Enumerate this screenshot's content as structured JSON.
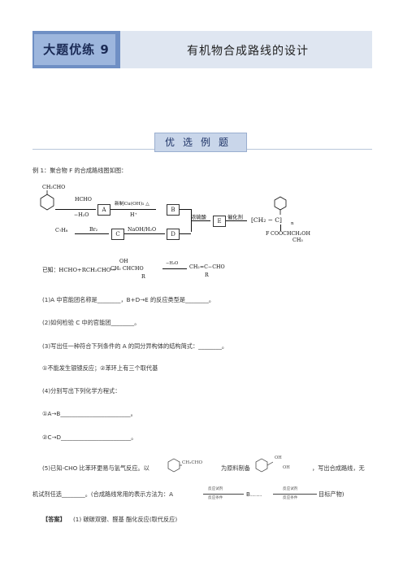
{
  "header": {
    "tag": "大题优练 9",
    "title": "有机物合成路线的设计"
  },
  "section": {
    "label": "优选例题"
  },
  "example": {
    "intro": "例 1：聚合物 F 的合成路线图如图：",
    "diagram": {
      "start": "CH₂CHO",
      "cond_a_top": "HCHO",
      "cond_a_bot": "−H₂O",
      "cond_ab_top": "新制Cu(OH)₂  △",
      "cond_ab_bot": "H⁺",
      "cond_c_top": "C₇H₈",
      "cond_br2": "Br₂",
      "cond_cd": "NaOH/H₂O",
      "cond_be": "浓硫酸",
      "cond_ef": "催化剂",
      "box_a": "A",
      "box_b": "B",
      "box_c": "C",
      "box_d": "D",
      "box_e": "E",
      "polymer_left": "[CH₂ − C]",
      "polymer_n": "n",
      "polymer_sub": "COOCHCH₂OH",
      "polymer_ch3": "CH₃",
      "label_f": "F"
    },
    "known_prefix": "已知：HCHO+RCH₂CHO→",
    "known_oh": "OH",
    "known_mid": "CH₂ CHCHO",
    "known_r1": "R",
    "known_arrow": "−H₂O",
    "known_product": "CH₂=C−CHO",
    "known_r2": "R"
  },
  "questions": [
    "(1)A 中官能团名称是________，B+D→E 的反应类型是________。",
    "(2)如何检验 C 中的官能团________。",
    "(3)写出任一种符合下列条件的 A 的同分异构体的结构简式：________。",
    "①不能发生银镜反应；②苯环上有三个取代基",
    "(4)分别写出下列化学方程式：",
    "①A→B________________________。",
    "②C→D________________________。"
  ],
  "q5": {
    "part1": "(5)已知-CHO 比苯环更易与氢气反应。以",
    "reagent1": "CH₂CHO",
    "part2": "为原料制备",
    "product_oh1": "OH",
    "product_oh2": "OH",
    "part3": "，写出合成路线，无",
    "line2a": "机试剂任选________。(合成路线常用的表示方法为：A",
    "arrow_top": "反应试剂",
    "arrow_bot": "反应条件",
    "line2b": "B……",
    "line2c": "目标产物)"
  },
  "answer": {
    "label": "【答案】",
    "text": "(1)  碳碳双键、醛基      酯化反应(取代反应)"
  }
}
